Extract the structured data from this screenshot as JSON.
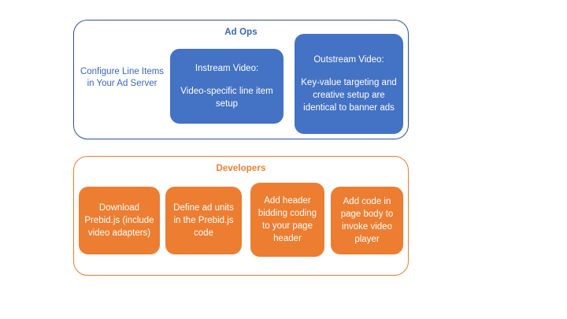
{
  "diagram": {
    "background_color": "#ffffff",
    "groups": [
      {
        "id": "ad-ops",
        "title": "Ad Ops",
        "accent_color": "#4472C4",
        "border_color": "#2E5395",
        "title_color": "#3A66C0",
        "nodes": [
          {
            "id": "configure-line-items",
            "style": "plain",
            "text": "Configure Line Items in Your Ad Server",
            "text_color": "#3A66C0"
          },
          {
            "id": "instream-video",
            "style": "filled",
            "fill": "#4472C4",
            "heading": "Instream Video:",
            "body": "Video-specific line item setup",
            "text_color": "#ffffff"
          },
          {
            "id": "outstream-video",
            "style": "filled",
            "fill": "#4472C4",
            "heading": "Outstream Video:",
            "body": "Key-value targeting and creative setup are identical to banner ads",
            "text_color": "#ffffff"
          }
        ]
      },
      {
        "id": "developers",
        "title": "Developers",
        "accent_color": "#ED7D31",
        "border_color": "#ED7D31",
        "title_color": "#ED7D31",
        "nodes": [
          {
            "id": "download-prebid",
            "style": "filled",
            "fill": "#ED7D31",
            "body": "Download Prebid.js (include video adapters)",
            "text_color": "#ffffff"
          },
          {
            "id": "define-ad-units",
            "style": "filled",
            "fill": "#ED7D31",
            "body": "Define ad units in the Prebid.js code",
            "text_color": "#ffffff"
          },
          {
            "id": "add-header-bidding-code",
            "style": "filled",
            "fill": "#ED7D31",
            "body": "Add header bidding coding to your page header",
            "text_color": "#ffffff"
          },
          {
            "id": "add-page-body-code",
            "style": "filled",
            "fill": "#ED7D31",
            "body": "Add code in page body to invoke video player",
            "text_color": "#ffffff"
          }
        ]
      }
    ]
  }
}
